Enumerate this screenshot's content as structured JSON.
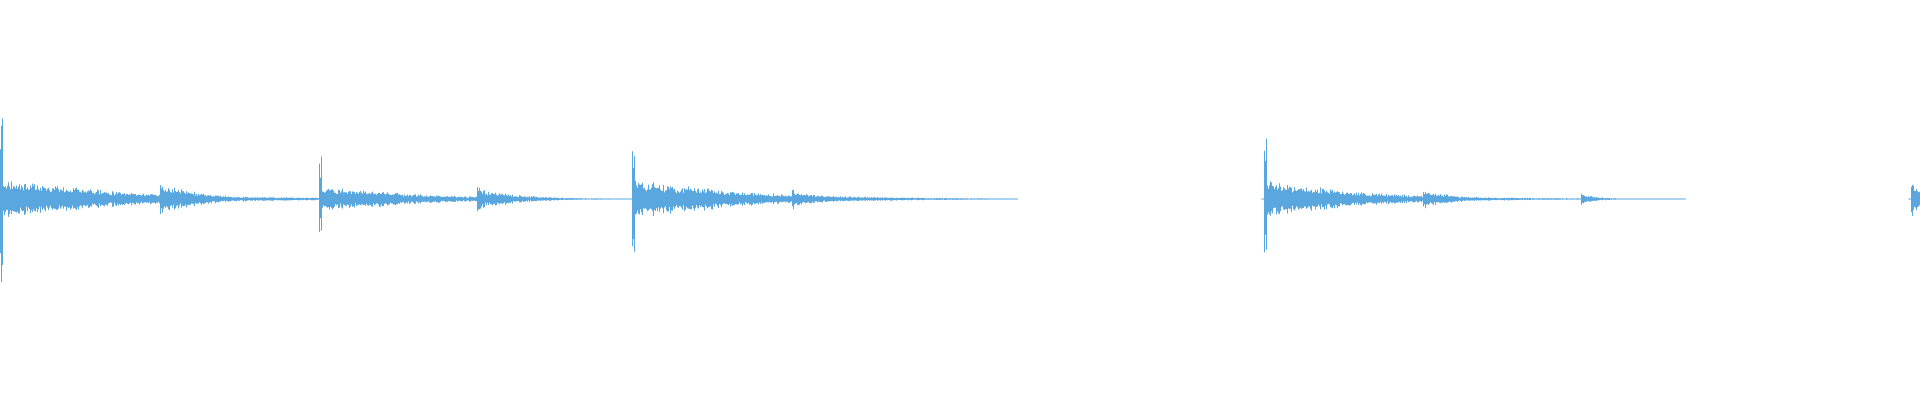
{
  "waveform": {
    "color": "#5aa7e0",
    "background": "#ffffff",
    "channels": 1,
    "hits": [
      {
        "t": 0.0,
        "peak": 0.97,
        "body": 0.22,
        "decay": 0.06
      },
      {
        "t": 0.083,
        "peak": 0.2,
        "body": 0.17,
        "decay": 0.022
      },
      {
        "t": 0.166,
        "peak": 0.47,
        "body": 0.14,
        "decay": 0.05
      },
      {
        "t": 0.248,
        "peak": 0.14,
        "body": 0.11,
        "decay": 0.022
      },
      {
        "t": 0.329,
        "peak": 0.6,
        "body": 0.22,
        "decay": 0.055
      },
      {
        "t": 0.412,
        "peak": 0.11,
        "body": 0.09,
        "decay": 0.018
      },
      {
        "t": 0.658,
        "peak": 0.72,
        "body": 0.2,
        "decay": 0.05
      },
      {
        "t": 0.741,
        "peak": 0.11,
        "body": 0.09,
        "decay": 0.018
      },
      {
        "t": 0.823,
        "peak": 0.06,
        "body": 0.05,
        "decay": 0.01
      },
      {
        "t": 0.995,
        "peak": 0.26,
        "body": 0.2,
        "decay": 0.006
      }
    ],
    "silences": [
      {
        "from": 0.53,
        "to": 0.657
      },
      {
        "from": 0.878,
        "to": 0.994
      }
    ]
  }
}
